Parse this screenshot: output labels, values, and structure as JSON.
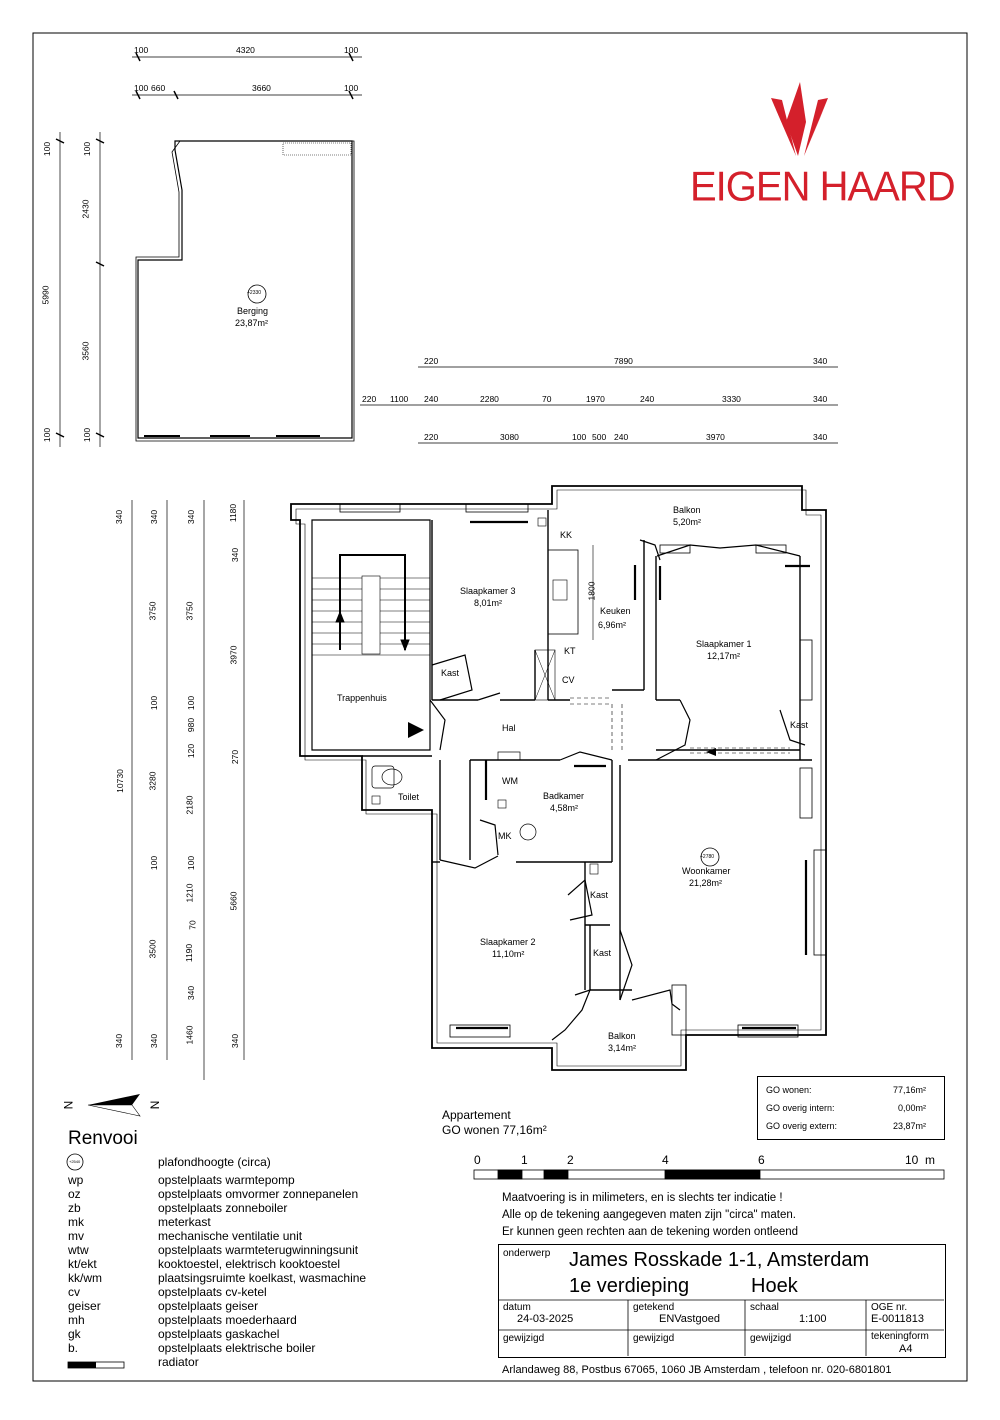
{
  "logo": {
    "text": "EIGEN HAARD",
    "color": "#d4202b"
  },
  "dims_storage": {
    "top1": [
      "100",
      "4320",
      "100"
    ],
    "top2": [
      "100",
      "660",
      "3660",
      "100"
    ],
    "left1": [
      "100",
      "5990",
      "100"
    ],
    "left2": [
      "100",
      "2430",
      "3560",
      "100"
    ]
  },
  "dims_apartment": {
    "row1": [
      "220",
      "7890",
      "340"
    ],
    "row2": [
      "220",
      "1100",
      "240",
      "2280",
      "70",
      "1970",
      "240",
      "3330",
      "340"
    ],
    "row3": [
      "220",
      "3080",
      "100",
      "500",
      "240",
      "3970",
      "340"
    ],
    "col1": [
      "340",
      "10730",
      "340"
    ],
    "col2": [
      "340",
      "3750",
      "100",
      "3280",
      "100",
      "3500",
      "340"
    ],
    "col3": [
      "340",
      "3750",
      "100",
      "980",
      "120",
      "2180",
      "100",
      "1210",
      "70",
      "1190",
      "340",
      "1460"
    ],
    "col4": [
      "1180",
      "340",
      "3970",
      "270",
      "5660",
      "340"
    ]
  },
  "rooms": {
    "berging": {
      "name": "Berging",
      "area": "23,87m²",
      "height": "+2330"
    },
    "slaapkamer3": {
      "name": "Slaapkamer 3",
      "area": "8,01m²"
    },
    "keuken": {
      "name": "Keuken",
      "area": "6,96m²"
    },
    "balkon1": {
      "name": "Balkon",
      "area": "5,20m²"
    },
    "slaapkamer1": {
      "name": "Slaapkamer 1",
      "area": "12,17m²"
    },
    "trappenhuis": {
      "name": "Trappenhuis"
    },
    "hal": {
      "name": "Hal"
    },
    "toilet": {
      "name": "Toilet"
    },
    "badkamer": {
      "name": "Badkamer",
      "area": "4,58m²"
    },
    "woonkamer": {
      "name": "Woonkamer",
      "area": "21,28m²",
      "height": "+2780"
    },
    "slaapkamer2": {
      "name": "Slaapkamer 2",
      "area": "11,10m²"
    },
    "balkon2": {
      "name": "Balkon",
      "area": "3,14m²"
    }
  },
  "fixtures": {
    "kk": "KK",
    "kt": "KT",
    "cv": "CV",
    "wm": "WM",
    "mk": "MK",
    "kast": "Kast",
    "keuken_dim": "1800"
  },
  "compass": {
    "n": "N"
  },
  "renvooi": {
    "title": "Renvooi",
    "height_symbol": "+2540",
    "items": [
      {
        "code": "",
        "desc": "plafondhoogte (circa)"
      },
      {
        "code": "wp",
        "desc": "opstelplaats warmtepomp"
      },
      {
        "code": "oz",
        "desc": "opstelplaats omvormer zonnepanelen"
      },
      {
        "code": "zb",
        "desc": "opstelplaats zonneboiler"
      },
      {
        "code": "mk",
        "desc": "meterkast"
      },
      {
        "code": "mv",
        "desc": "mechanische ventilatie unit"
      },
      {
        "code": "wtw",
        "desc": "opstelplaats warmteterugwinningsunit"
      },
      {
        "code": "kt/ekt",
        "desc": "kooktoestel, elektrisch kooktoestel"
      },
      {
        "code": "kk/wm",
        "desc": "plaatsingsruimte koelkast, wasmachine"
      },
      {
        "code": "cv",
        "desc": "opstelplaats cv-ketel"
      },
      {
        "code": "geiser",
        "desc": "opstelplaats geiser"
      },
      {
        "code": "mh",
        "desc": "opstelplaats moederhaard"
      },
      {
        "code": "gk",
        "desc": "opstelplaats gaskachel"
      },
      {
        "code": "b.",
        "desc": "opstelplaats elektrische boiler"
      },
      {
        "code": "",
        "desc": "radiator"
      }
    ]
  },
  "appartement": {
    "line1": "Appartement",
    "line2": "GO wonen 77,16m²"
  },
  "go_box": [
    {
      "label": "GO wonen:",
      "value": "77,16m²"
    },
    {
      "label": "GO overig intern:",
      "value": "0,00m²"
    },
    {
      "label": "GO overig extern:",
      "value": "23,87m²"
    }
  ],
  "scale_bar": {
    "labels": [
      "0",
      "1",
      "2",
      "4",
      "6",
      "10  m"
    ]
  },
  "notes": [
    "Maatvoering is in milimeters, en is slechts ter indicatie !",
    "Alle op de tekening aangegeven maten zijn \"circa\" maten.",
    "Er kunnen geen rechten aan de tekening worden ontleend"
  ],
  "titleblock": {
    "onderwerp_label": "onderwerp",
    "address": "James Rosskade 1-1, Amsterdam",
    "floor": "1e verdieping",
    "position": "Hoek",
    "datum_label": "datum",
    "datum": "24-03-2025",
    "getekend_label": "getekend",
    "getekend": "ENVastgoed",
    "schaal_label": "schaal",
    "schaal": "1:100",
    "oge_label": "OGE nr.",
    "oge": "E-0011813",
    "gewijzigd": "gewijzigd",
    "tekeningform_label": "tekeningform",
    "tekeningform": "A4",
    "footer": "Arlandaweg 88, Postbus 67065, 1060 JB Amsterdam , telefoon nr. 020-6801801"
  }
}
